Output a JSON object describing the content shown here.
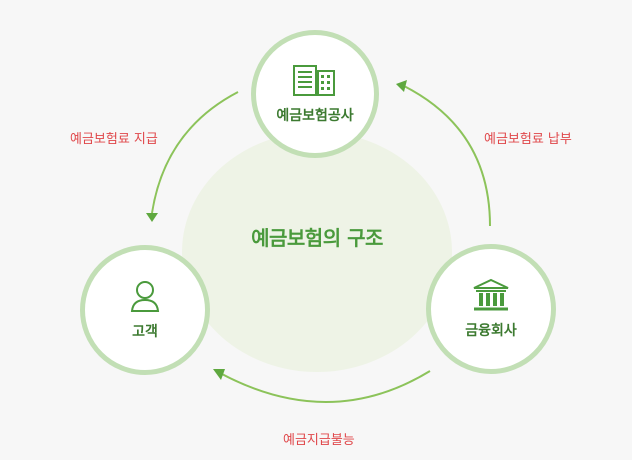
{
  "diagram": {
    "center_title": "예금보험의 구조",
    "nodes": {
      "top": {
        "label": "예금보험공사",
        "icon": "building-icon"
      },
      "left": {
        "label": "고객",
        "icon": "person-icon"
      },
      "right": {
        "label": "금융회사",
        "icon": "bank-icon"
      }
    },
    "edges": {
      "top_to_left": "예금보험료 지급",
      "right_to_top": "예금보험료 납부",
      "right_to_left": "예금지급불능"
    },
    "colors": {
      "accent_green": "#4a9a3c",
      "arrow_green": "#8cc35a",
      "edge_text_red": "#e0474a",
      "node_border": "#c2dfb5"
    }
  }
}
